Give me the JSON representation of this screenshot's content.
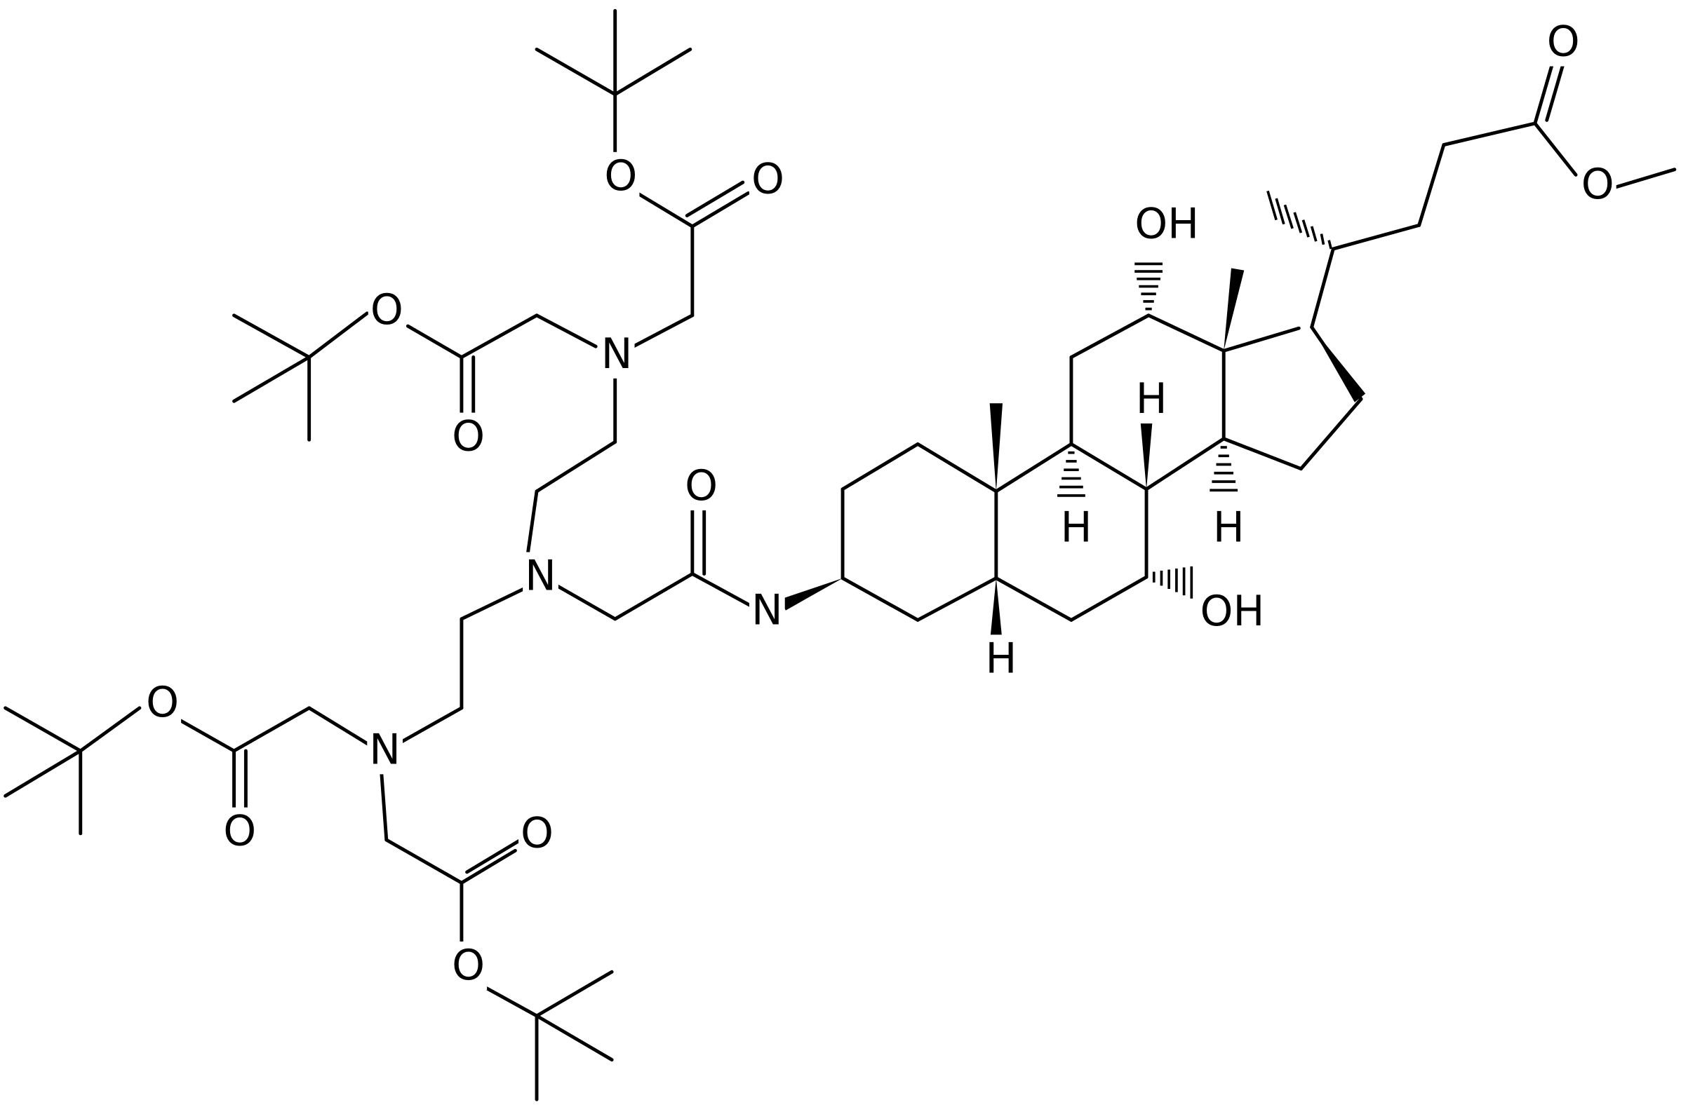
{
  "structure": {
    "atom_labels": {
      "a1": "O",
      "a2": "O",
      "a3": "O",
      "a4": "O",
      "a5": "N",
      "a6": "O",
      "a7": "N",
      "a8": "N",
      "a9": "O",
      "a10": "O",
      "a11": "O",
      "a12": "O",
      "a13": "N",
      "a14": "OH",
      "a15": "OH",
      "a16": "H",
      "a17": "H",
      "a18": "H",
      "a19": "H",
      "a20": "O",
      "a21": "O"
    }
  }
}
